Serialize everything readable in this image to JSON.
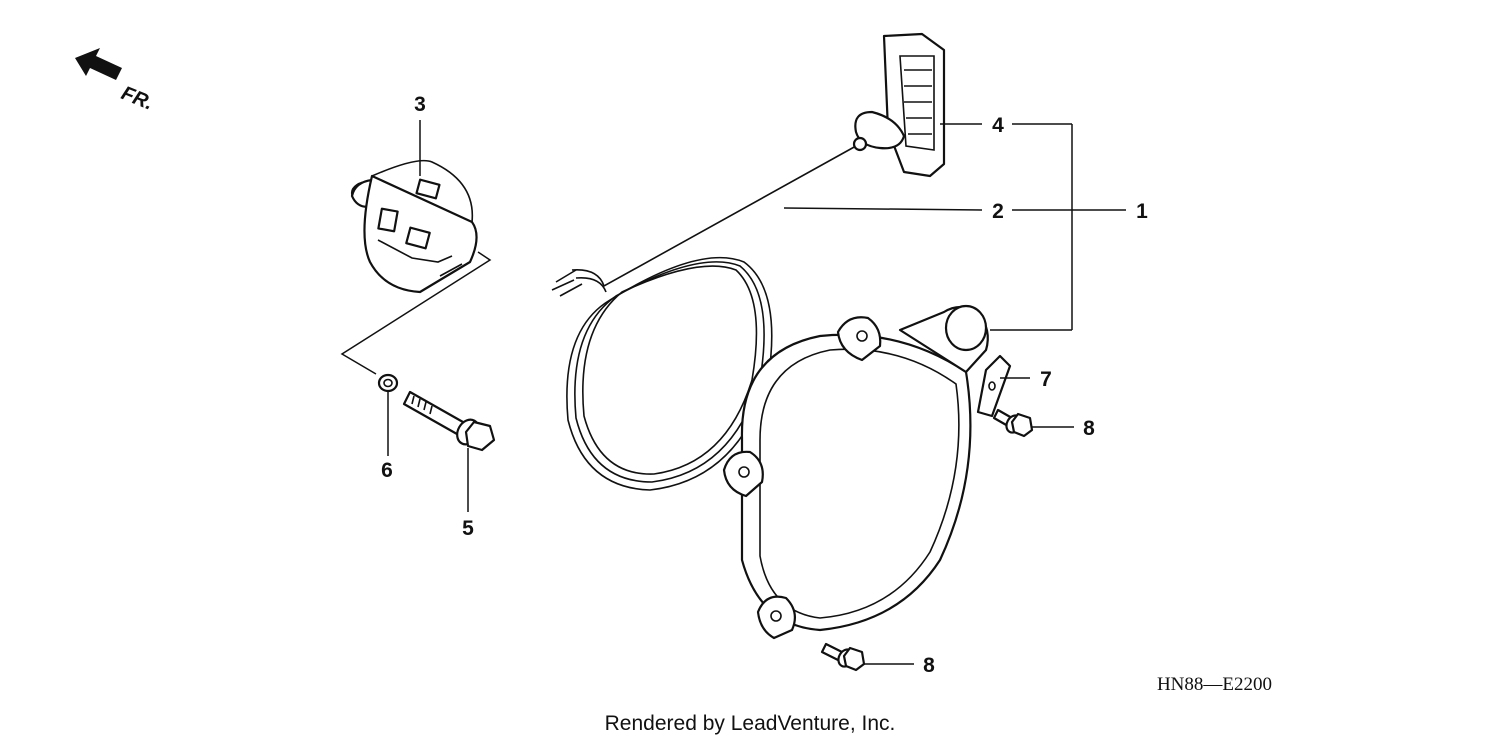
{
  "orientation": {
    "label": "FR."
  },
  "callouts": {
    "c1": "1",
    "c2": "2",
    "c3": "3",
    "c4": "4",
    "c5": "5",
    "c6": "6",
    "c7": "7",
    "c8a": "8",
    "c8b": "8"
  },
  "diagram_code": "HN88—E2200",
  "credit": "Rendered by LeadVenture, Inc."
}
